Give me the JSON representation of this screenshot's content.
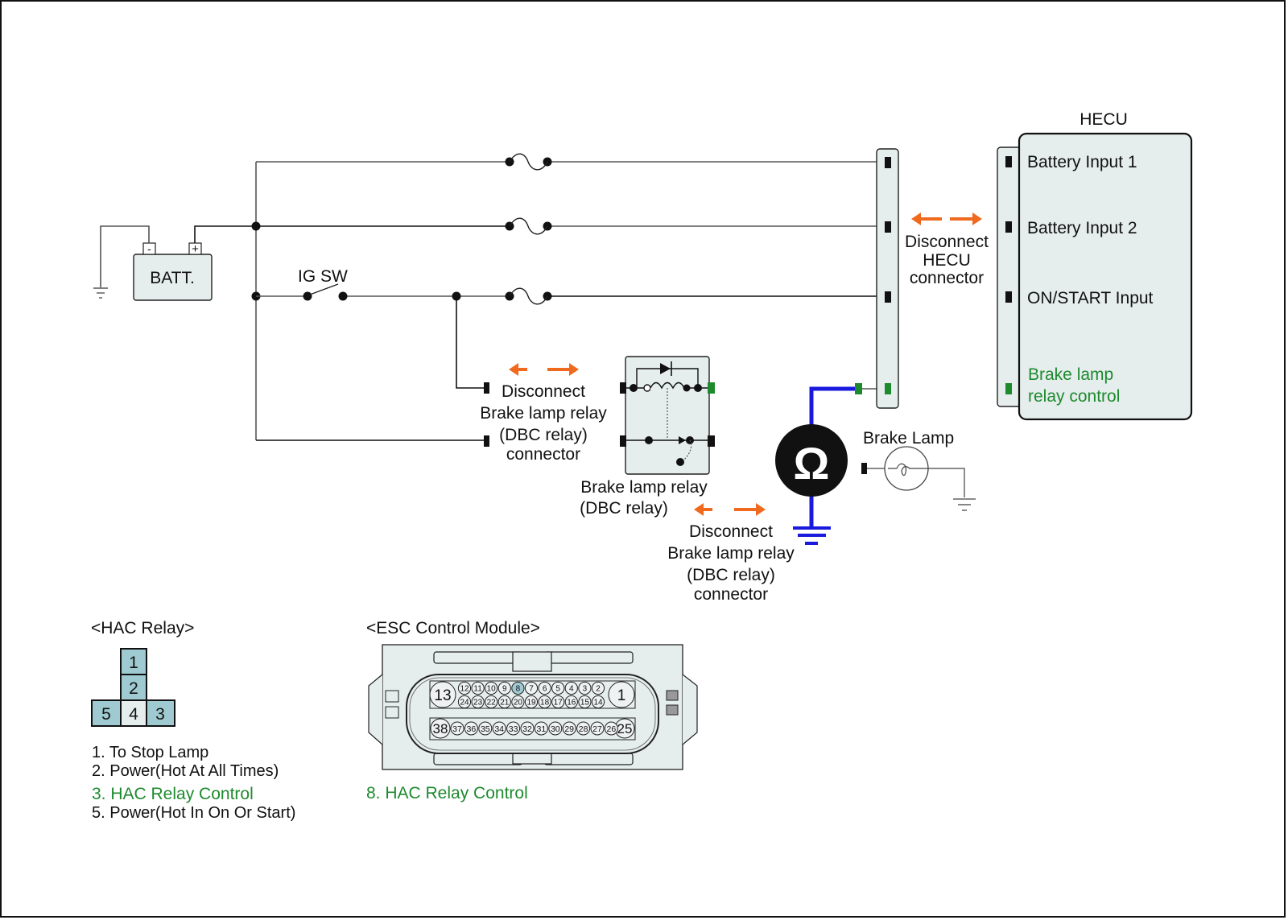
{
  "diagram": {
    "battery": {
      "label": "BATT.",
      "neg": "-",
      "pos": "+"
    },
    "ignition_switch": {
      "label": "IG SW"
    },
    "hecu": {
      "title": "HECU",
      "inputs": [
        {
          "label": "Battery Input 1",
          "color": "#111111"
        },
        {
          "label": "Battery Input 2",
          "color": "#111111"
        },
        {
          "label": "ON/START Input",
          "color": "#111111"
        },
        {
          "label_line1": "Brake lamp",
          "label_line2": "relay control",
          "color": "#1e8a2e"
        }
      ]
    },
    "disconnect_hecu": {
      "line1": "Disconnect",
      "line2": "HECU",
      "line3": "connector"
    },
    "disconnect_relay_1": {
      "line1": "Disconnect",
      "line2": "Brake lamp relay",
      "line3": "(DBC relay)",
      "line4": "connector"
    },
    "disconnect_relay_2": {
      "line1": "Disconnect",
      "line2": "Brake lamp relay",
      "line3": "(DBC relay)",
      "line4": "connector"
    },
    "relay": {
      "line1": "Brake lamp relay",
      "line2": "(DBC relay)"
    },
    "brake_lamp": {
      "label": "Brake Lamp"
    },
    "ohmmeter": {
      "symbol": "Ω"
    },
    "colors": {
      "arrow": "#ef6a1f",
      "probe_wire": "#1a1adf",
      "highlight_text": "#1e8a2e",
      "pin_highlight": "#9fcad1",
      "box_fill": "#e6eded"
    }
  },
  "hac_relay": {
    "title": "<HAC Relay>",
    "pins": [
      "1",
      "2",
      "5",
      "4",
      "3"
    ],
    "legend": [
      {
        "text": "1. To Stop Lamp",
        "highlight": false
      },
      {
        "text": "2. Power(Hot At All Times)",
        "highlight": false
      },
      {
        "text": "3. HAC Relay Control",
        "highlight": true
      },
      {
        "text": "5. Power(Hot In On Or Start)",
        "highlight": false
      }
    ]
  },
  "esc_module": {
    "title": "<ESC Control Module>",
    "row1_large_left": "13",
    "row1_large_right": "1",
    "row1_top": [
      "12",
      "11",
      "10",
      "9",
      "8",
      "7",
      "6",
      "5",
      "4",
      "3",
      "2"
    ],
    "row1_bottom": [
      "24",
      "23",
      "22",
      "21",
      "20",
      "19",
      "18",
      "17",
      "16",
      "15",
      "14"
    ],
    "row2_large_left": "38",
    "row2_large_right": "25",
    "row2": [
      "37",
      "36",
      "35",
      "34",
      "33",
      "32",
      "31",
      "30",
      "29",
      "28",
      "27",
      "26"
    ],
    "highlighted_pin": "8",
    "legend": "8. HAC Relay Control"
  }
}
